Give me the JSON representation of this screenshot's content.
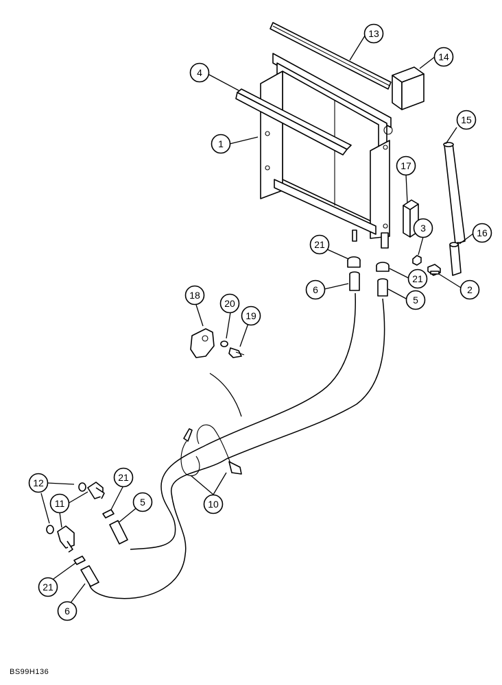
{
  "diagram": {
    "reference_code": "BS99H136",
    "callouts": [
      {
        "id": "c1",
        "label": "1"
      },
      {
        "id": "c2",
        "label": "2"
      },
      {
        "id": "c3",
        "label": "3"
      },
      {
        "id": "c4",
        "label": "4"
      },
      {
        "id": "c5a",
        "label": "5"
      },
      {
        "id": "c5b",
        "label": "5"
      },
      {
        "id": "c6a",
        "label": "6"
      },
      {
        "id": "c6b",
        "label": "6"
      },
      {
        "id": "c10",
        "label": "10"
      },
      {
        "id": "c11",
        "label": "11"
      },
      {
        "id": "c12",
        "label": "12"
      },
      {
        "id": "c13",
        "label": "13"
      },
      {
        "id": "c14",
        "label": "14"
      },
      {
        "id": "c15",
        "label": "15"
      },
      {
        "id": "c16",
        "label": "16"
      },
      {
        "id": "c17",
        "label": "17"
      },
      {
        "id": "c18",
        "label": "18"
      },
      {
        "id": "c19",
        "label": "19"
      },
      {
        "id": "c20",
        "label": "20"
      },
      {
        "id": "c21a",
        "label": "21"
      },
      {
        "id": "c21b",
        "label": "21"
      },
      {
        "id": "c21c",
        "label": "21"
      },
      {
        "id": "c21d",
        "label": "21"
      }
    ]
  }
}
